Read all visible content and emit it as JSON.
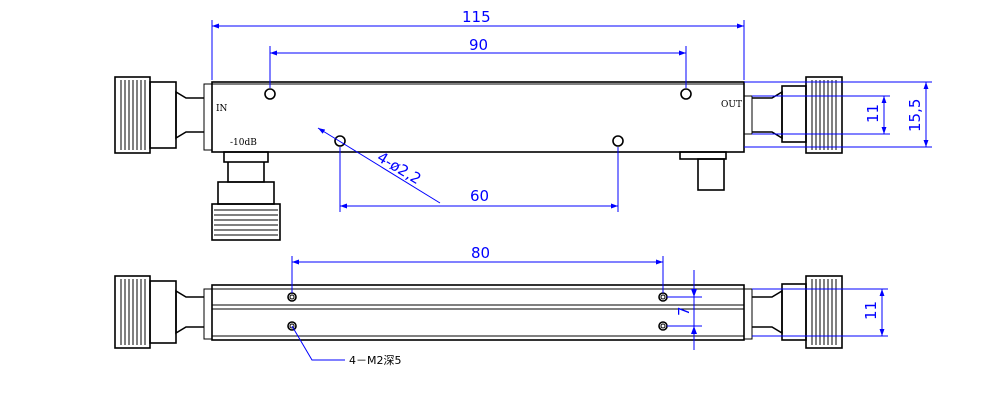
{
  "top_view": {
    "dim_total_length": "115",
    "dim_outer_holes": "90",
    "dim_inner_holes": "60",
    "dim_hole_callout": "4-ø2,2",
    "dim_connector_axis": "11",
    "dim_body_width": "15,5",
    "label_in": "IN",
    "label_out": "OUT",
    "label_coupling": "-10dB"
  },
  "bottom_view": {
    "dim_hole_spacing": "80",
    "dim_hole_pitch": "7",
    "dim_connector_axis": "11",
    "note_threaded_holes": "4－M2深5"
  },
  "colors": {
    "dimension": "#0000ff",
    "outline": "#000000"
  }
}
